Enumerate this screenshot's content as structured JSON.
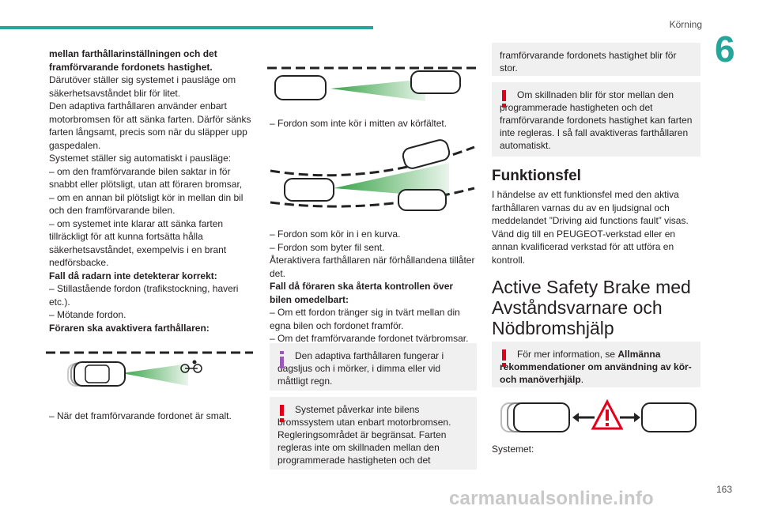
{
  "header": {
    "section": "Körning",
    "chapter": "6",
    "page": "163"
  },
  "col1": {
    "p1": "mellan farthållarinställningen och det framförvarande fordonets hastighet.",
    "p2": "Därutöver ställer sig systemet i pausläge om säkerhetsavståndet blir för litet.",
    "p3": "Den adaptiva farthållaren använder enbart motorbromsen för att sänka farten. Därför sänks farten långsamt, precis som när du släpper upp gaspedalen.",
    "p4": "Systemet ställer sig automatiskt i pausläge:",
    "l1": "–  om den framförvarande bilen saktar in för snabbt eller plötsligt, utan att föraren bromsar,",
    "l2": "–  om en annan bil plötsligt kör in mellan din bil och den framförvarande bilen.",
    "l3": "–  om systemet inte klarar att sänka farten tillräckligt för att kunna fortsätta hålla säkerhetsavståndet, exempelvis i en brant nedförsbacke.",
    "h1": "Fall då radarn inte detekterar korrekt:",
    "l4": "–  Stillastående fordon (trafikstockning, haveri etc.).",
    "l5": "–  Mötande fordon.",
    "h2": "Föraren ska avaktivera farthållaren:",
    "caption": "–  När det framförvarande fordonet är smalt."
  },
  "col2": {
    "caption1": "–  Fordon som inte kör i mitten av körfältet.",
    "l1": "–  Fordon som kör in i en kurva.",
    "l2": "–  Fordon som byter fil sent.",
    "p1": "Återaktivera farthållaren när förhållandena tillåter det.",
    "h1": "Fall då föraren ska återta kontrollen över bilen omedelbart:",
    "l3": "–  Om ett fordon tränger sig in tvärt mellan din egna bilen och fordonet framför.",
    "l4": "–  Om det framförvarande fordonet tvärbromsar.",
    "info": "Den adaptiva farthållaren fungerar i dagsljus och i mörker, i dimma eller vid måttligt regn.",
    "warn": "Systemet påverkar inte bilens bromssystem utan enbart motorbromsen. Regleringsområdet är begränsat. Farten regleras inte om skillnaden mellan den programmerade hastigheten och det"
  },
  "col3": {
    "cont": "framförvarande fordonets hastighet blir för stor.",
    "warn": "Om skillnaden blir för stor mellan den programmerade hastigheten och det framförvarande fordonets hastighet kan farten inte regleras. I så fall avaktiveras farthållaren automatiskt.",
    "heading": "Funktionsfel",
    "p1": "I händelse av ett funktionsfel med den aktiva farthållaren varnas du av en ljudsignal och meddelandet ”Driving aid functions fault” visas. Vänd dig till en PEUGEOT-verkstad eller en annan kvalificerad verkstad för att utföra en kontroll.",
    "heading2": "Active Safety Brake med Avståndsvarnare och Nödbromshjälp",
    "ref_pre": "För mer information, se ",
    "ref_bold": "Allmänna rekommendationer om användning av kör- och manöverhjälp",
    "ref_post": ".",
    "caption": "Systemet:"
  },
  "watermark": "carmanualsonline.info",
  "colors": {
    "accent": "#26a69a",
    "warning": "#e2001a",
    "info": "#9b59b6",
    "radar": "#2e9e3e"
  }
}
